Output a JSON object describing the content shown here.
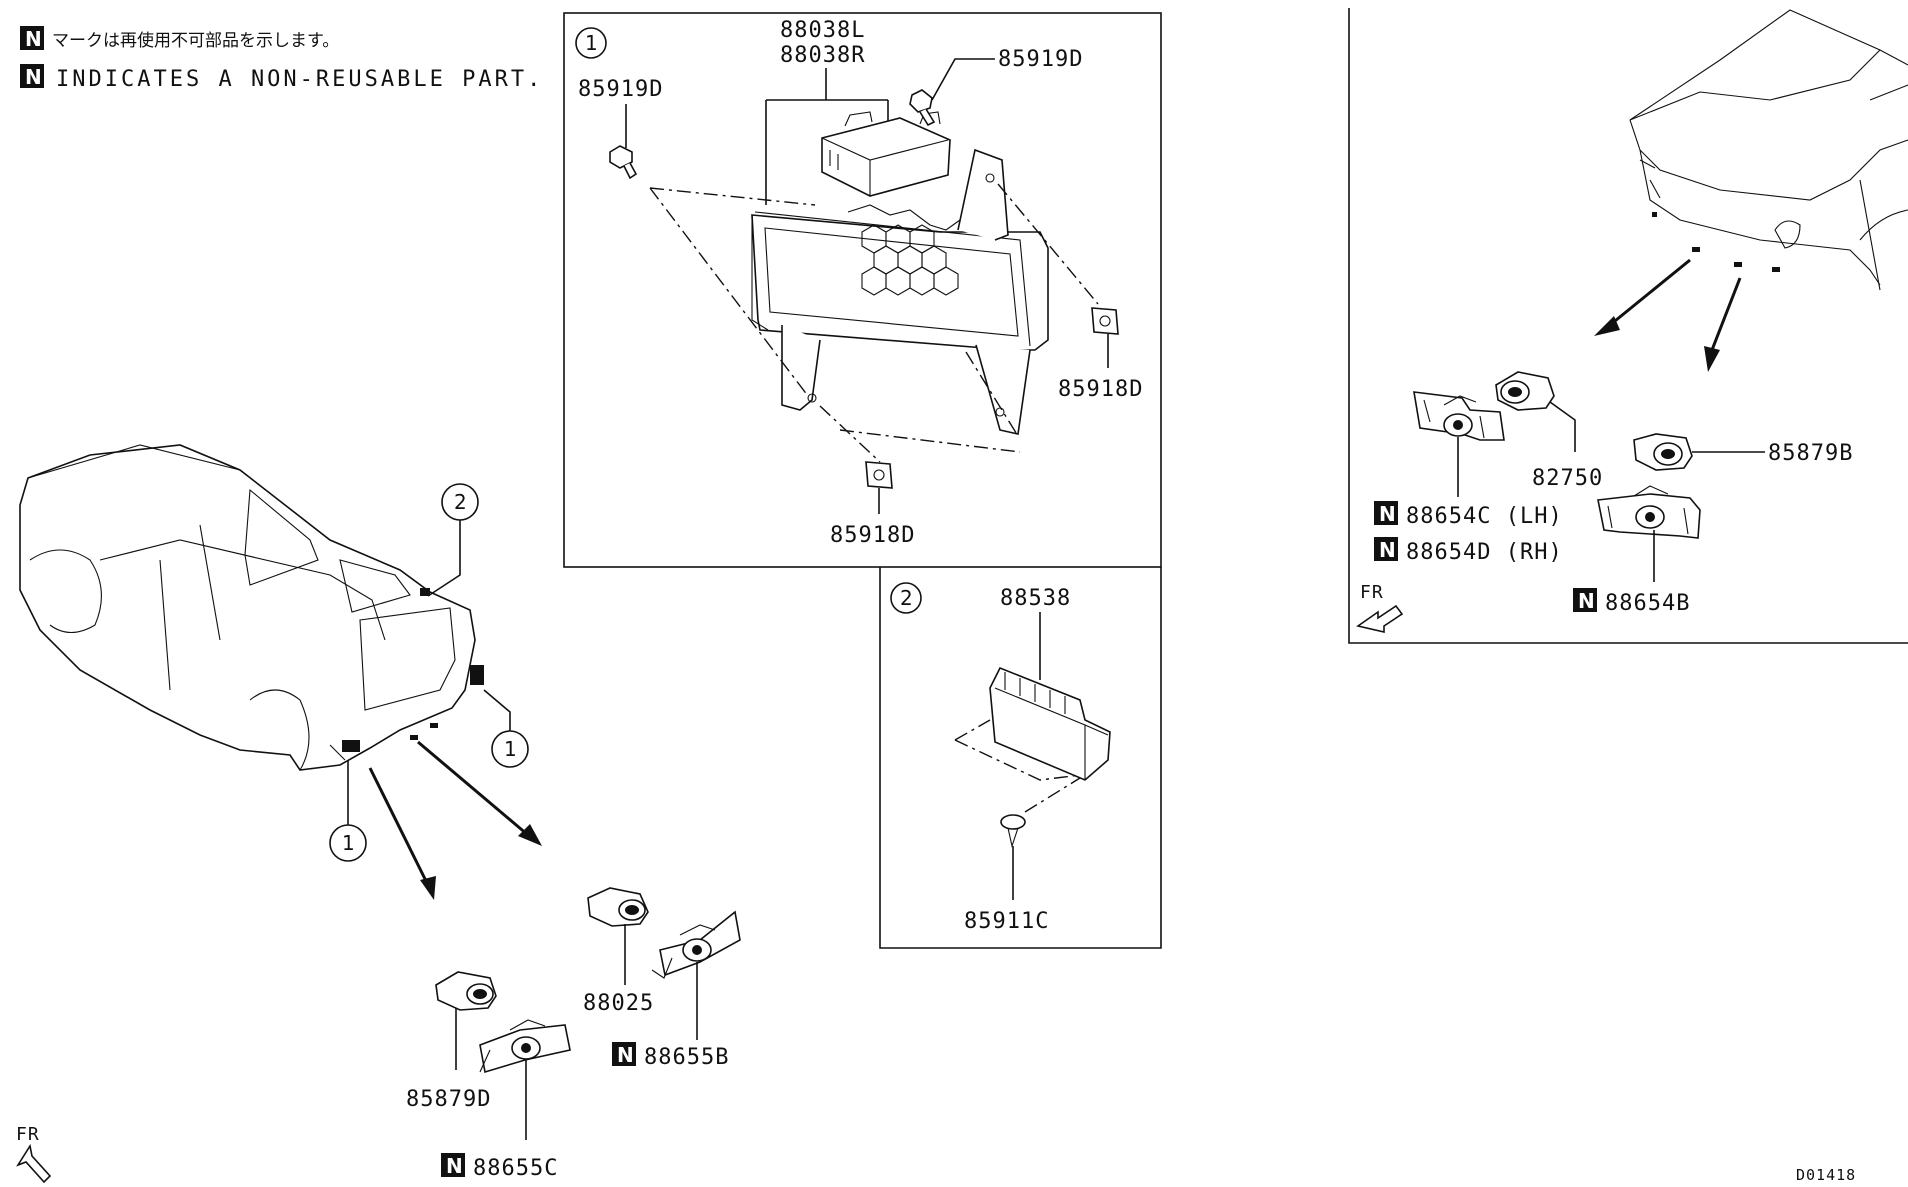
{
  "notes": {
    "badge": "N",
    "japanese": "マークは再使用不可部品を示します。",
    "english": "INDICATES A NON-REUSABLE PART."
  },
  "callouts": {
    "one": "1",
    "two": "2"
  },
  "parts": {
    "p88038L": "88038L",
    "p88038R": "88038R",
    "p85919D_a": "85919D",
    "p85919D_b": "85919D",
    "p85918D_a": "85918D",
    "p85918D_b": "85918D",
    "p88538": "88538",
    "p85911C": "85911C",
    "p88025": "88025",
    "p88655B": "88655B",
    "p85879D": "85879D",
    "p88655C": "88655C",
    "p82750": "82750",
    "p85879B": "85879B",
    "p88654C": "88654C (LH)",
    "p88654D": "88654D (RH)",
    "p88654B": "88654B"
  },
  "direction": {
    "fr_left": "FR",
    "fr_right": "FR"
  },
  "diagram_id": "D01418"
}
